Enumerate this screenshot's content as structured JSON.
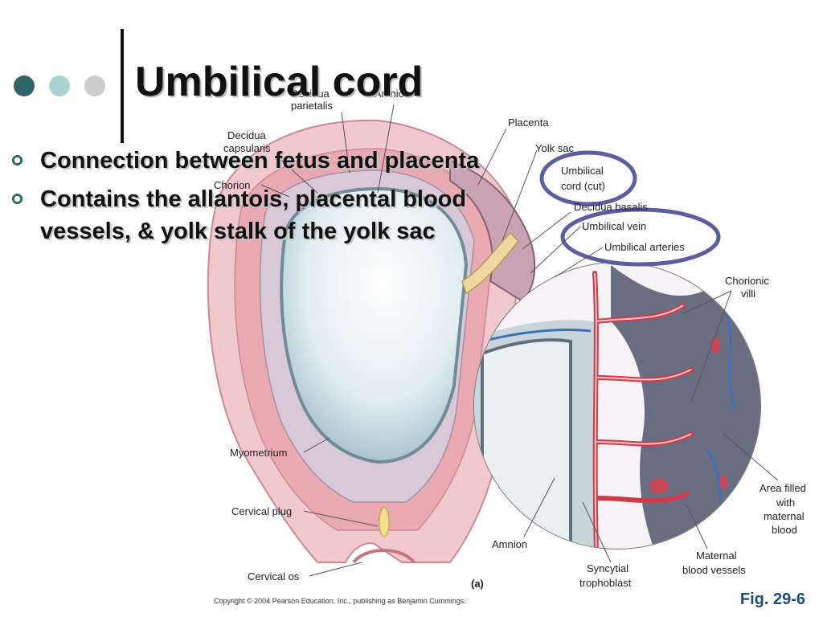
{
  "slide": {
    "title": "Umbilical cord",
    "bullets": [
      {
        "text": "Connection between fetus and placenta"
      },
      {
        "text": "Contains the allantois, placental blood vessels, & yolk stalk of the yolk sac"
      }
    ],
    "figure_ref": "Fig. 29-6",
    "copyright": "Copyright © 2004 Pearson Education, Inc., publishing as Benjamin Cummings."
  },
  "figure": {
    "panel_label": "(a)",
    "labels": {
      "decidua_parietalis_1": "Decidua",
      "decidua_parietalis_2": "parietalis",
      "amnion_top": "Amnion",
      "decidua_capsularis_1": "Decidua",
      "decidua_capsularis_2": "capsularis",
      "chorion": "Chorion",
      "placenta": "Placenta",
      "yolk_sac": "Yolk sac",
      "umbilical_cord_1": "Umbilical",
      "umbilical_cord_2": "cord (cut)",
      "decidua_basalis": "Decidua basalis",
      "umbilical_vein": "Umbilical vein",
      "umbilical_arteries": "Umbilical arteries",
      "chorionic_villi_1": "Chorionic",
      "chorionic_villi_2": "villi",
      "myometrium": "Myometrium",
      "cervical_plug": "Cervical plug",
      "cervical_os": "Cervical os",
      "amnion_bottom": "Amnion",
      "syncytial_1": "Syncytial",
      "syncytial_2": "trophoblast",
      "maternal_blood_1": "Maternal",
      "maternal_blood_2": "blood vessels",
      "area_filled_1": "Area filled",
      "area_filled_2": "with",
      "area_filled_3": "maternal",
      "area_filled_4": "blood"
    }
  },
  "colors": {
    "dot1": "#2f6469",
    "dot2": "#a9d3d3",
    "dot3": "#cccccc",
    "rule": "#111111",
    "bullet_marker": "#2f6469",
    "highlight_circle": "#5b5ea0",
    "figref": "#1f4e72"
  }
}
